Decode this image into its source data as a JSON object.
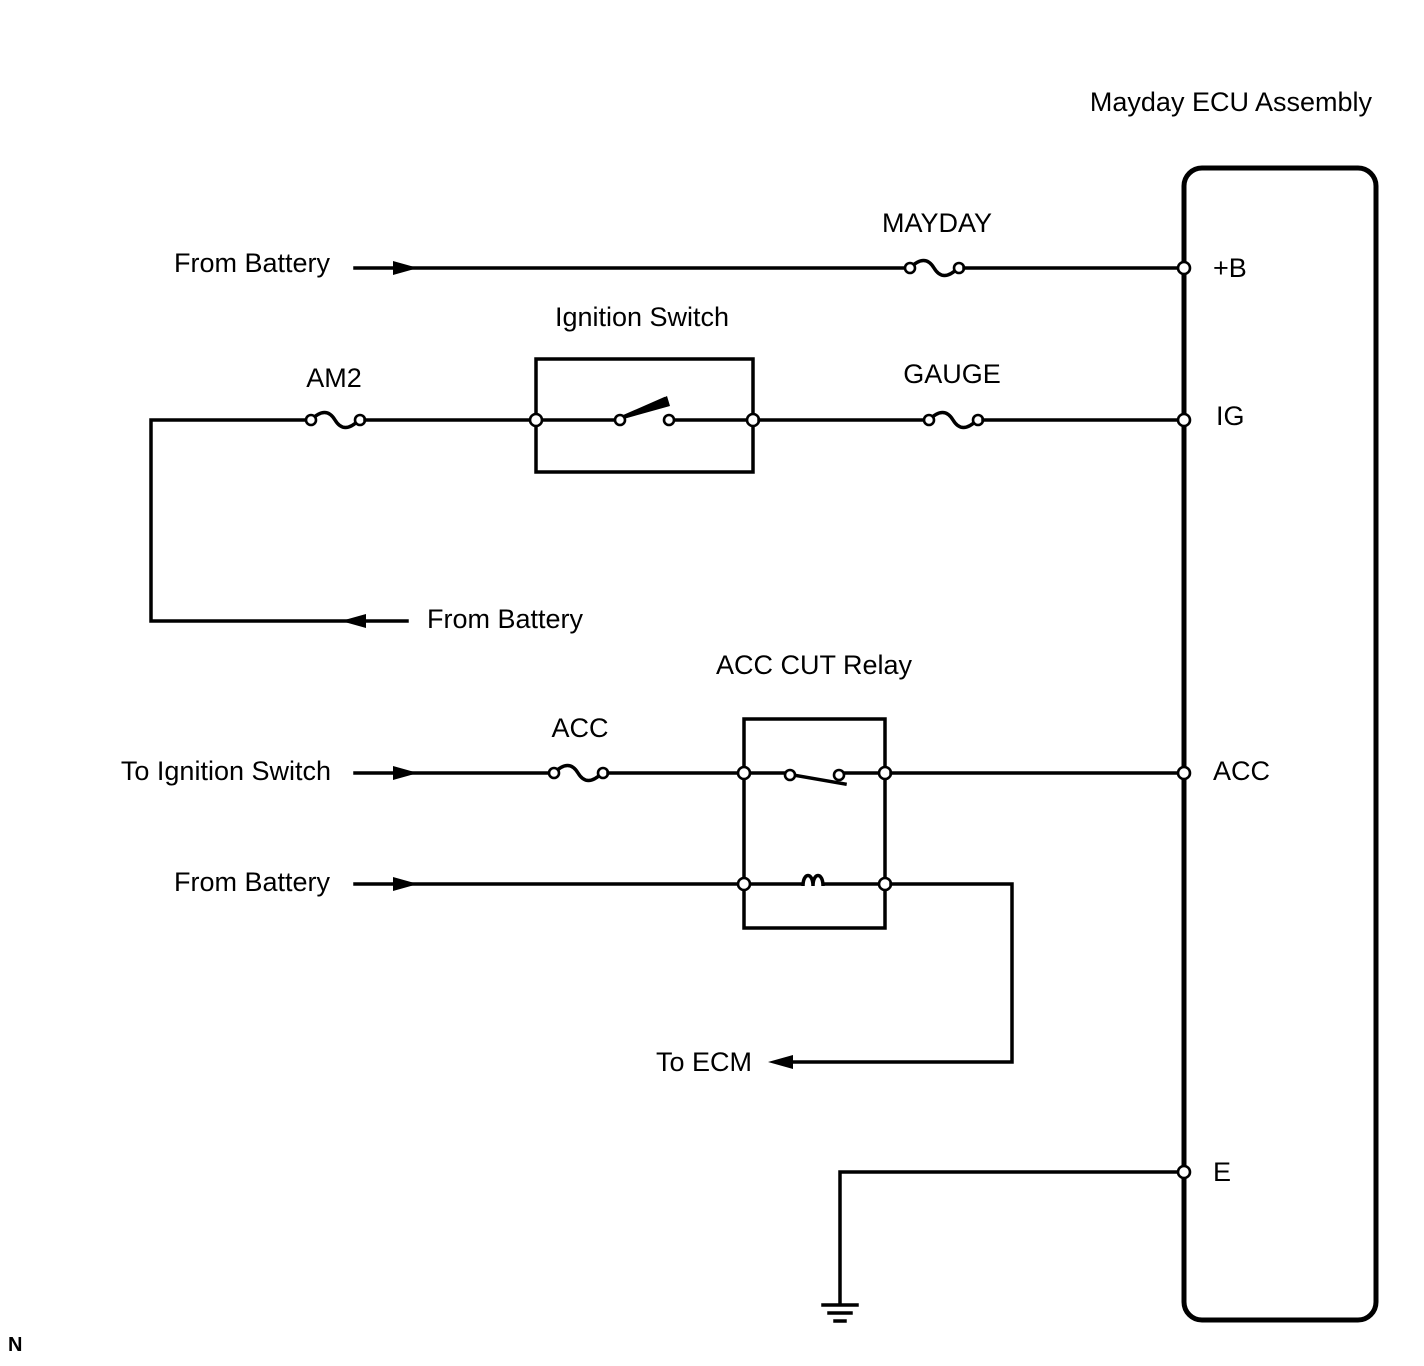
{
  "ecu": {
    "title": "Mayday ECU Assembly",
    "terminals": {
      "b": "+B",
      "ig": "IG",
      "acc": "ACC",
      "e": "E"
    }
  },
  "fuses": {
    "mayday": "MAYDAY",
    "am2": "AM2",
    "gauge": "GAUGE",
    "acc": "ACC"
  },
  "components": {
    "ignition_switch": "Ignition Switch",
    "acc_cut_relay": "ACC CUT Relay"
  },
  "connections": {
    "from_battery_b": "From Battery",
    "from_battery_am2": "From Battery",
    "to_ignition_switch": "To Ignition Switch",
    "from_battery_relay": "From Battery",
    "to_ecm": "To ECM"
  },
  "corner_mark": "N"
}
